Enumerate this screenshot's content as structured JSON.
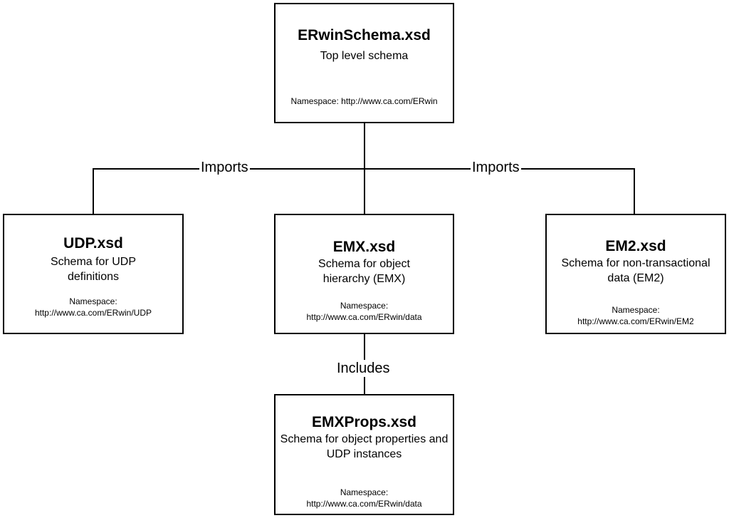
{
  "nodes": {
    "erwin_schema": {
      "title": "ERwinSchema.xsd",
      "description": "Top level schema",
      "namespace": "Namespace: http://www.ca.com/ERwin"
    },
    "udp": {
      "title": "UDP.xsd",
      "description": "Schema for UDP definitions",
      "namespace": "Namespace: http://www.ca.com/ERwin/UDP"
    },
    "emx": {
      "title": "EMX.xsd",
      "description": "Schema for object hierarchy (EMX)",
      "namespace": "Namespace: http://www.ca.com/ERwin/data"
    },
    "em2": {
      "title": "EM2.xsd",
      "description": "Schema for non-transactional data (EM2)",
      "namespace": "Namespace: http://www.ca.com/ERwin/EM2"
    },
    "emx_props": {
      "title": "EMXProps.xsd",
      "description": "Schema for object properties and UDP instances",
      "namespace": "Namespace: http://www.ca.com/ERwin/data"
    }
  },
  "edges": {
    "imports_left": "Imports",
    "imports_right": "Imports",
    "includes": "Includes"
  },
  "colors": {
    "line": "#000000",
    "background": "#ffffff"
  }
}
